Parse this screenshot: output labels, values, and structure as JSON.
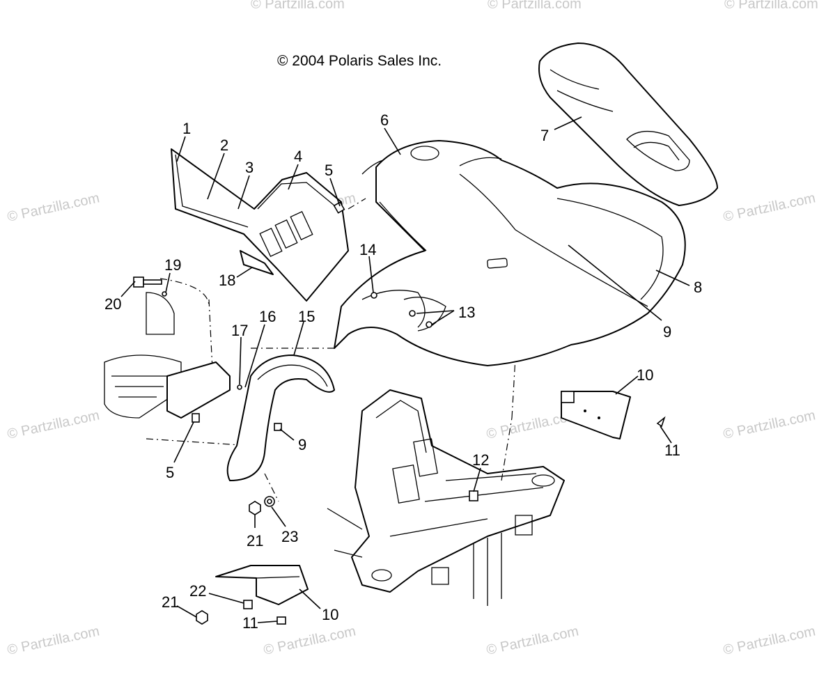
{
  "copyright": "© 2004 Polaris Sales Inc.",
  "watermark": "© Partzilla.com",
  "callouts": [
    {
      "id": "c1",
      "label": "1"
    },
    {
      "id": "c2",
      "label": "2"
    },
    {
      "id": "c3",
      "label": "3"
    },
    {
      "id": "c4",
      "label": "4"
    },
    {
      "id": "c5a",
      "label": "5"
    },
    {
      "id": "c5b",
      "label": "5"
    },
    {
      "id": "c6",
      "label": "6"
    },
    {
      "id": "c7",
      "label": "7"
    },
    {
      "id": "c8",
      "label": "8"
    },
    {
      "id": "c9a",
      "label": "9"
    },
    {
      "id": "c9b",
      "label": "9"
    },
    {
      "id": "c10a",
      "label": "10"
    },
    {
      "id": "c10b",
      "label": "10"
    },
    {
      "id": "c11a",
      "label": "11"
    },
    {
      "id": "c11b",
      "label": "11"
    },
    {
      "id": "c12",
      "label": "12"
    },
    {
      "id": "c13",
      "label": "13"
    },
    {
      "id": "c14",
      "label": "14"
    },
    {
      "id": "c15",
      "label": "15"
    },
    {
      "id": "c16",
      "label": "16"
    },
    {
      "id": "c17",
      "label": "17"
    },
    {
      "id": "c18",
      "label": "18"
    },
    {
      "id": "c19",
      "label": "19"
    },
    {
      "id": "c20",
      "label": "20"
    },
    {
      "id": "c21a",
      "label": "21"
    },
    {
      "id": "c21b",
      "label": "21"
    },
    {
      "id": "c22",
      "label": "22"
    },
    {
      "id": "c23",
      "label": "23"
    }
  ]
}
